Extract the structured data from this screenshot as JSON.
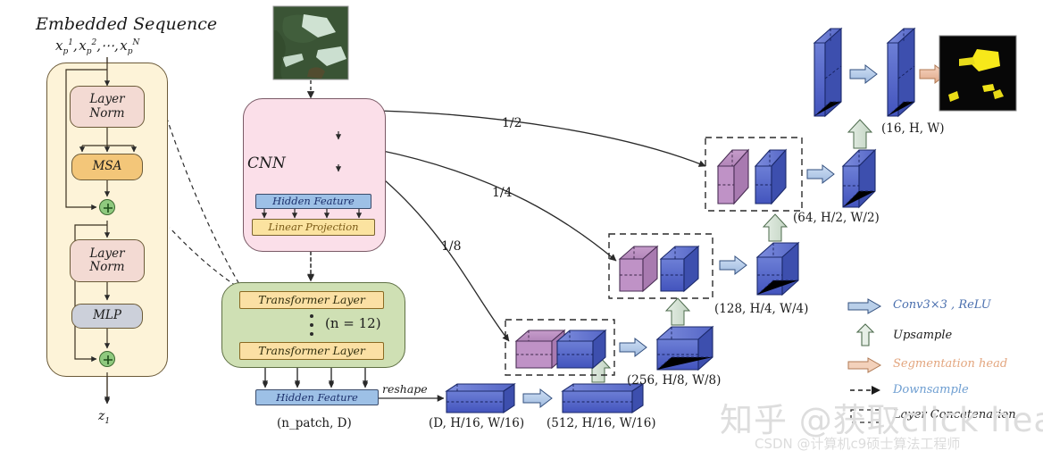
{
  "figure": {
    "type": "neural-network-architecture-diagram",
    "description": "Hybrid CNN-Transformer encoder with U-shaped decoder for remote sensing segmentation"
  },
  "encoder_sequence": {
    "title": "Embedded Sequence",
    "input_tokens": "x_p^1 , x_p^2 , ... , x_p^N",
    "output_token": "z_1",
    "blocks": [
      {
        "id": "layer-norm-1",
        "line1": "Layer",
        "line2": "Norm",
        "color": "#f3dad3"
      },
      {
        "id": "msa",
        "line1": "MSA",
        "line2": "",
        "color": "#f3c679"
      },
      {
        "id": "layer-norm-2",
        "line1": "Layer",
        "line2": "Norm",
        "color": "#f3dad3"
      },
      {
        "id": "mlp",
        "line1": "MLP",
        "line2": "",
        "color": "#ccd0da"
      }
    ],
    "residual_symbol": "+"
  },
  "cnn_branch": {
    "label": "CNN",
    "input_image_caption": "",
    "feature_slabs": 3,
    "hidden_feature": "Hidden Feature",
    "linear_projection": "Linear Projection",
    "panel_color": "#fbdfe9"
  },
  "transformer_branch": {
    "layer_label_top": "Transformer Layer",
    "layer_label_bottom": "Transformer Layer",
    "repeat_label": "(n = 12)",
    "hidden_feature": "Hidden Feature",
    "shape_caption": "(n_patch, D)",
    "reshape_label": "reshape",
    "panel_color": "#cfe0b4"
  },
  "skip_connections": [
    {
      "label": "1/2"
    },
    {
      "label": "1/4"
    },
    {
      "label": "1/8"
    }
  ],
  "decoder_stages": [
    {
      "id": "stage-d16",
      "caption": "(D, H/16, W/16)",
      "shape": "slab"
    },
    {
      "id": "stage-512",
      "caption": "(512, H/16, W/16)",
      "shape": "slab"
    },
    {
      "id": "stage-256",
      "caption": "(256, H/8, W/8)",
      "shape": "cube"
    },
    {
      "id": "stage-128",
      "caption": "(128, H/4, W/4)",
      "shape": "tall"
    },
    {
      "id": "stage-64",
      "caption": "(64, H/2, W/2)",
      "shape": "tall"
    },
    {
      "id": "stage-16",
      "caption": "(16, H, W)",
      "shape": "thin"
    }
  ],
  "legend": {
    "items": [
      {
        "icon": "right-arrow-blue",
        "label": "Conv3×3 , ReLU",
        "color": "#4a6fae"
      },
      {
        "icon": "up-arrow-outline",
        "label": "Upsample",
        "color": "#1a1a1a"
      },
      {
        "icon": "right-arrow-salmon",
        "label": "Segmentation head",
        "color": "#e0a07e"
      },
      {
        "icon": "dashed-arrow",
        "label": "Downsample",
        "color": "#6e9ed1"
      },
      {
        "icon": "dashed-rect",
        "label": "Layer Concatenation",
        "color": "#2a2a2a"
      }
    ]
  },
  "watermarks": {
    "primary": "知乎 @获取click head",
    "secondary": "CSDN @计算机c9硕士算法工程师"
  },
  "colors": {
    "cnn_panel": "#fbdfe9",
    "transformer_panel": "#cfe0b4",
    "sequence_panel": "#fdf3d8",
    "decoder_blue": "#4a5fc1",
    "skip_purple": "#b98fc0",
    "segmentation_yellow": "#f2e315"
  }
}
